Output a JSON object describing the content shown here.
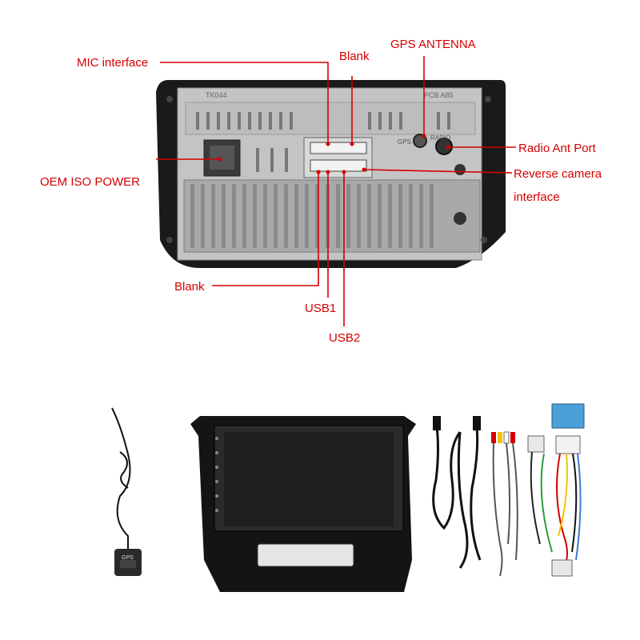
{
  "annotations": {
    "mic_interface": "MIC interface",
    "blank_top": "Blank",
    "gps_antenna": "GPS ANTENNA",
    "radio_ant_port": "Radio Ant Port",
    "reverse_camera_line1": "Reverse camera",
    "reverse_camera_line2": "interface",
    "oem_iso_power": "OEM ISO POWER",
    "blank_bottom": "Blank",
    "usb1": "USB1",
    "usb2": "USB2"
  },
  "unit_markings": {
    "model_code": "TK044",
    "gps": "GPS",
    "radio": "RADIO",
    "top_right_mark": "PCB A85"
  },
  "gps_puck_label": "GPS",
  "colors": {
    "accent": "#d40000",
    "frame": "#1a1a1a",
    "chassis": "#c9c9c9"
  }
}
